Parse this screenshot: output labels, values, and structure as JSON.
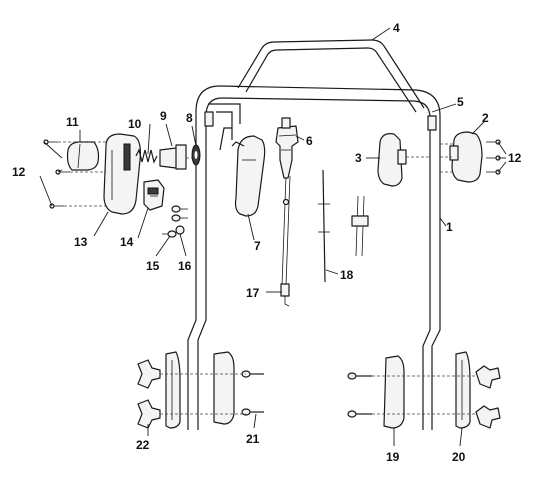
{
  "callouts": {
    "c1": "1",
    "c2": "2",
    "c3": "3",
    "c4": "4",
    "c5": "5",
    "c6": "6",
    "c7": "7",
    "c8": "8",
    "c9": "9",
    "c10": "10",
    "c11": "11",
    "c12_left": "12",
    "c12_right": "12",
    "c13": "13",
    "c14": "14",
    "c15": "15",
    "c16": "16",
    "c17": "17",
    "c18": "18",
    "c19": "19",
    "c20": "20",
    "c21": "21",
    "c22": "22"
  }
}
